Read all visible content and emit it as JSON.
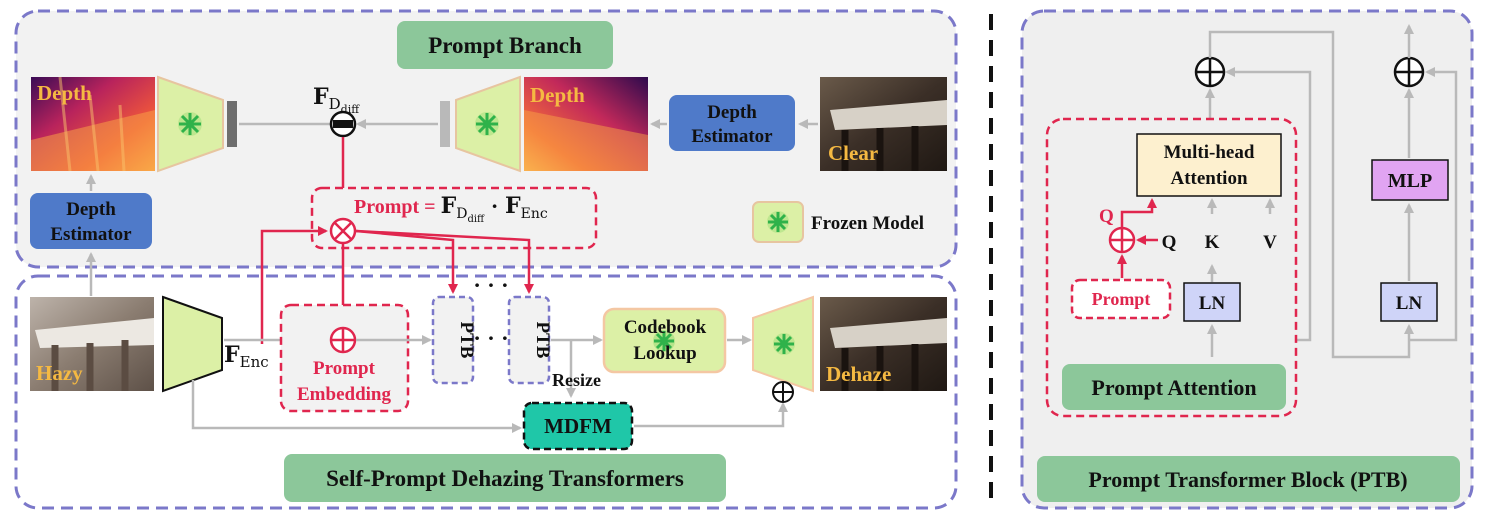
{
  "prompt_branch": {
    "title": "Prompt Branch",
    "depth_label_left": "Depth",
    "depth_label_right": "Depth",
    "clear_label": "Clear",
    "depth_estimator_top": [
      "Depth",
      "Estimator"
    ],
    "depth_estimator_left": [
      "Depth",
      "Estimator"
    ],
    "f_d_diff": "F",
    "f_d_diff_sub": "D",
    "f_d_diff_subsub": "diff",
    "prompt_eq_prefix": "Prompt = ",
    "prompt_eq_f1": "F",
    "prompt_eq_f1_sub": "D",
    "prompt_eq_f1_subsub": "diff",
    "prompt_eq_dot": " · ",
    "prompt_eq_f2": "F",
    "prompt_eq_f2_sub": "Enc",
    "frozen_model": "Frozen Model"
  },
  "dehazing": {
    "title": "Self-Prompt Dehazing Transformers",
    "hazy_label": "Hazy",
    "dehaze_label": "Dehaze",
    "f_enc": "F",
    "f_enc_sub": "Enc",
    "prompt_embedding": [
      "Prompt",
      "Embedding"
    ],
    "ptb_1": "PTB",
    "ptb_2": "PTB",
    "dots_top": "· · ·",
    "dots_mid": "· · ·",
    "codebook": [
      "Codebook",
      "Lookup"
    ],
    "resize": "Resize",
    "mdfm": "MDFM"
  },
  "ptb_block": {
    "title": "Prompt Transformer Block (PTB)",
    "mha": [
      "Multi-head",
      "Attention"
    ],
    "q_red": "Q",
    "q": "Q",
    "k": "K",
    "v": "V",
    "prompt": "Prompt",
    "ln_1": "LN",
    "ln_2": "LN",
    "mlp": "MLP",
    "prompt_attention": "Prompt Attention"
  },
  "colors": {
    "panel_border": "#7b78c9",
    "red": "#e0264e",
    "green_label": "#8cc79a",
    "blue_box": "#4f7ac9",
    "gray_line": "#b9b9b9",
    "yellow_box": "#fdf0cf",
    "ln_box": "#cfd4f8",
    "mlp_box": "#e1a4f2",
    "mdfm": "#1fc7a8",
    "encoder_green": "#dcf0a6"
  }
}
